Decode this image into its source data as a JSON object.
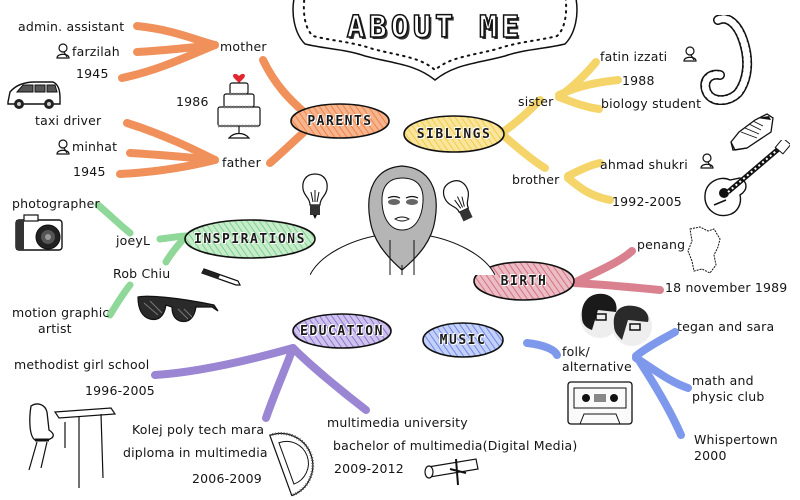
{
  "title": "ABOUT ME",
  "colors": {
    "parents": "#f0905a",
    "siblings": "#f5d56a",
    "inspirations": "#8fd89a",
    "birth": "#d9818f",
    "education": "#9b86d4",
    "music": "#7e98ec",
    "ink": "#111111"
  },
  "center": {
    "icon": "portrait-hijab-icon"
  },
  "branches": {
    "parents": {
      "label": "PARENTS",
      "mother": {
        "label": "mother",
        "job": "admin. assistant",
        "name": "farzilah",
        "year": "1945"
      },
      "father": {
        "label": "father",
        "job": "taxi driver",
        "name": "minhat",
        "year": "1945"
      },
      "wedding_year": "1986"
    },
    "siblings": {
      "label": "SIBLINGS",
      "sister": {
        "label": "sister",
        "name": "fatin izzati",
        "year": "1988",
        "note": "biology student"
      },
      "brother": {
        "label": "brother",
        "name": "ahmad shukri",
        "years": "1992-2005"
      }
    },
    "inspirations": {
      "label": "INSPIRATIONS",
      "people": [
        {
          "name": "joeyL",
          "role": "photographer"
        },
        {
          "name": "Rob Chiu",
          "role_line1": "motion graphic",
          "role_line2": "artist"
        }
      ]
    },
    "birth": {
      "label": "BIRTH",
      "place": "penang",
      "date": "18 november 1989"
    },
    "education": {
      "label": "EDUCATION",
      "schools": [
        {
          "name": "methodist girl school",
          "years": "1996-2005"
        },
        {
          "name": "Kolej poly tech mara",
          "detail": "diploma in multimedia",
          "years": "2006-2009"
        },
        {
          "name": "multimedia university",
          "detail": "bachelor of multimedia(Digital Media)",
          "years": "2009-2012"
        }
      ]
    },
    "music": {
      "label": "MUSIC",
      "genre_line1": "folk/",
      "genre_line2": "alternative",
      "bands": [
        {
          "line1": "tegan and sara",
          "line2": ""
        },
        {
          "line1": "math and",
          "line2": "physic club"
        },
        {
          "line1": "Whispertown",
          "line2": "2000"
        }
      ]
    }
  }
}
